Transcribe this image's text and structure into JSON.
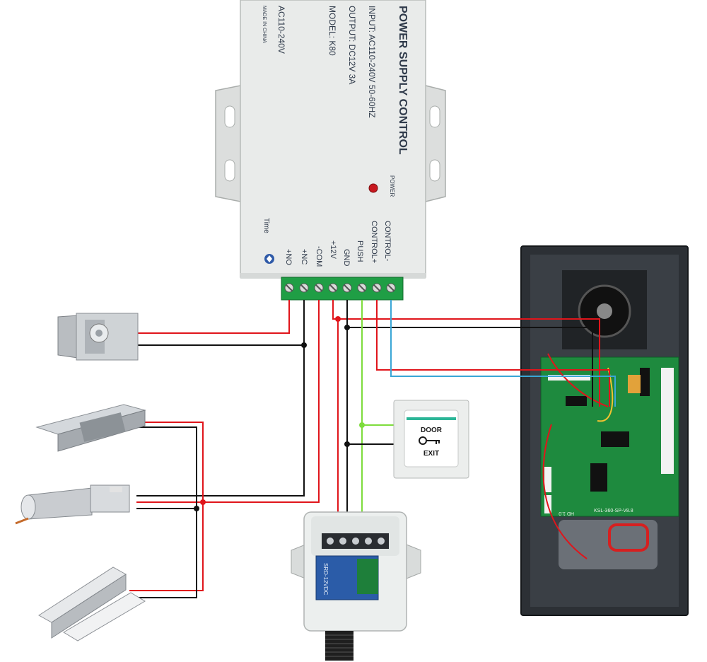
{
  "power_supply": {
    "title": "POWER SUPPLY CONTROL",
    "input": "INPUT: AC110-240V 50-60HZ",
    "output": "OUTPUT: DC12V 3A",
    "model": "MODEL: K80",
    "ac_label": "AC110-240V",
    "made_in": "MADE IN CHINA",
    "power_led_label": "POWER",
    "brand": "Time",
    "terminals": [
      "+NO",
      "+NC",
      "-COM",
      "+12V",
      "GND",
      "PUSH",
      "CONTROL+",
      "CONTROL-"
    ]
  },
  "exit_button": {
    "label_top": "DOOR",
    "label_bottom": "EXIT"
  },
  "controller_board": {
    "silkscreen": "KSL-360-SP-V8.8",
    "small_label": "HD 1.0"
  },
  "relay_module": {
    "relay_text": "SRD-12VDC"
  },
  "colors": {
    "wire_red": "#e0151b",
    "wire_black": "#111111",
    "wire_green": "#7ddc3c",
    "wire_blue": "#3aa6d6",
    "terminal_green": "#1f9e45",
    "psu_body": "#e9ebea",
    "pcb_green": "#1e8a3e",
    "enclosure": "#2c3035"
  }
}
